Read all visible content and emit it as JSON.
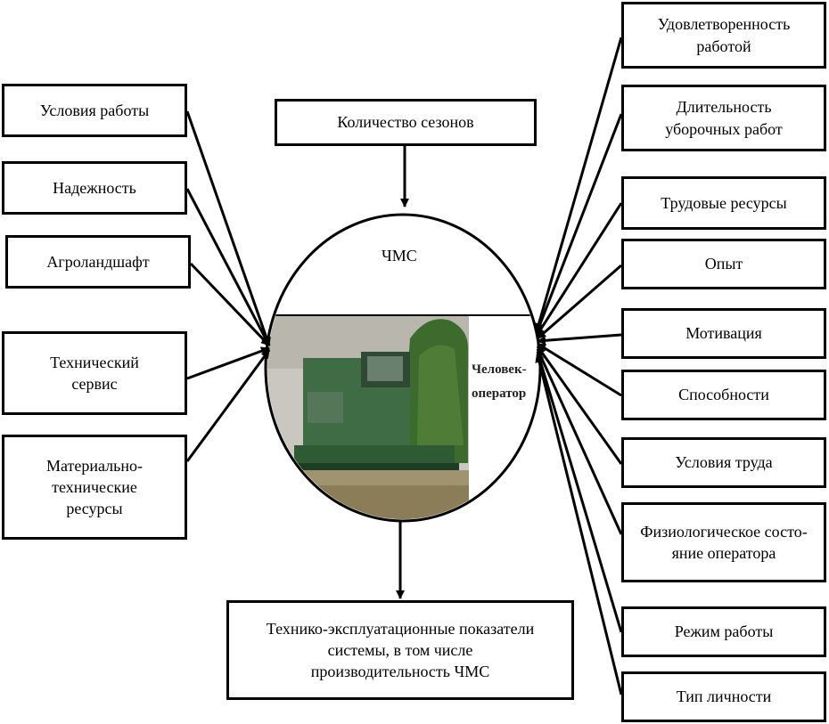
{
  "center": {
    "title": "ЧМС",
    "operator_label": "Человек-\nоператор"
  },
  "top_box": "Количество сезонов",
  "bottom_box": "Технико-эксплуатационные показатели\nсистемы, в том числе\nпроизводительность ЧМС",
  "left_boxes": [
    "Условия работы",
    "Надежность",
    "Агроландшафт",
    "Технический\nсервис",
    "Материально-\nтехнические\nресурсы"
  ],
  "right_boxes": [
    "Удовлетворенность\nработой",
    "Длительность\nуборочных работ",
    "Трудовые ресурсы",
    "Опыт",
    "Мотивация",
    "Способности",
    "Условия труда",
    "Физиологическое состо-\nяние оператора",
    "Режим работы",
    "Тип личности"
  ]
}
